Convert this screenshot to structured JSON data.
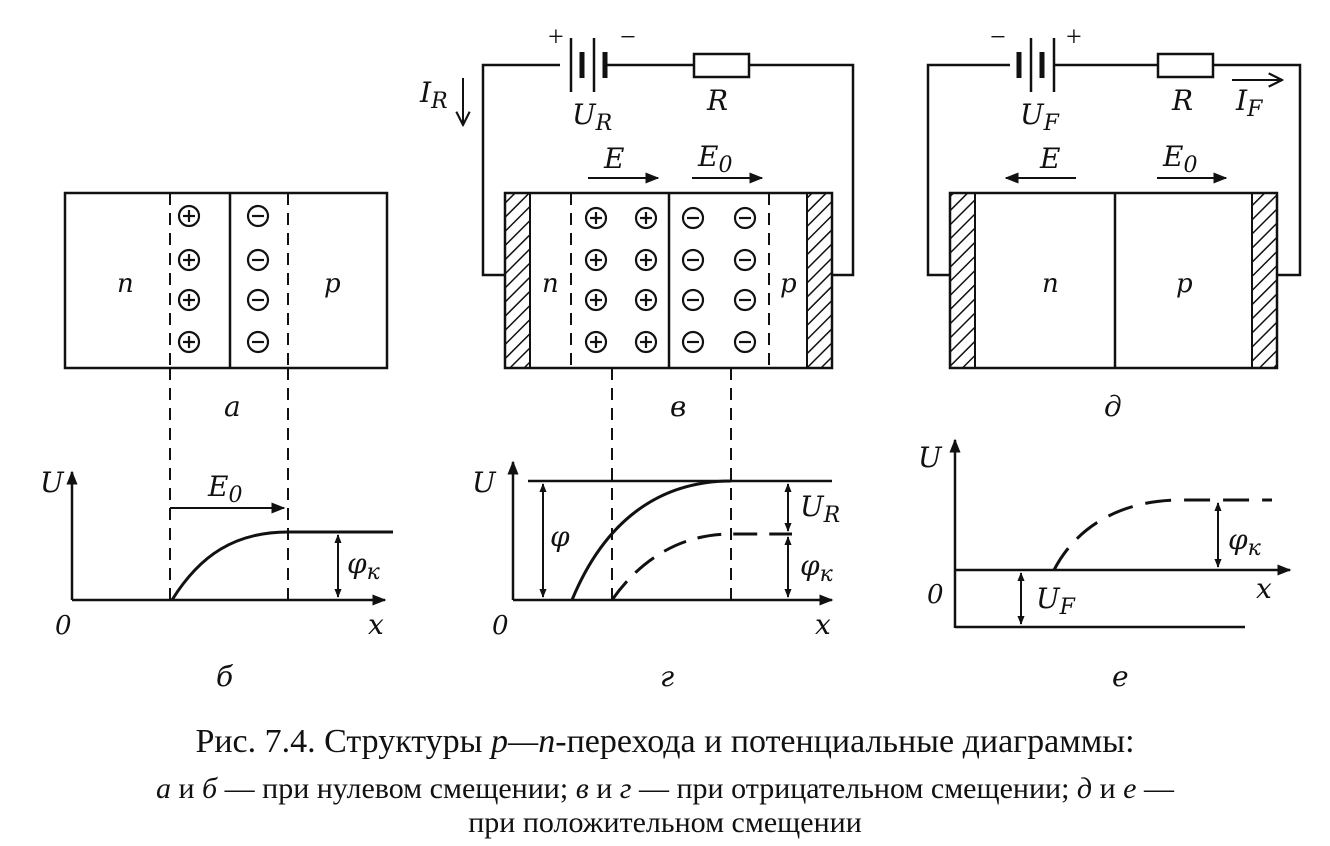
{
  "panels": {
    "a": {
      "tag": "а",
      "n_label": "n",
      "p_label": "p",
      "plus_sign": "+",
      "minus_sign": "−"
    },
    "b": {
      "tag": "б",
      "y_axis": "U",
      "x_axis": "x",
      "origin": "0",
      "field_label": "E",
      "field_sub": "0",
      "phi_label": "φ",
      "phi_sub": "к"
    },
    "v": {
      "tag": "в",
      "n_label": "n",
      "p_label": "p",
      "battery_plus": "+",
      "battery_minus": "−",
      "battery_label": "U",
      "battery_sub": "R",
      "resistor_label": "R",
      "current_label": "I",
      "current_sub": "R",
      "field_E": "E",
      "field_E0": "E",
      "field_E0_sub": "0"
    },
    "g": {
      "tag": "г",
      "y_axis": "U",
      "x_axis": "x",
      "origin": "0",
      "phi_label": "φ",
      "ur_label": "U",
      "ur_sub": "R",
      "phik_label": "φ",
      "phik_sub": "к"
    },
    "d": {
      "tag": "д",
      "n_label": "n",
      "p_label": "p",
      "battery_minus": "−",
      "battery_plus": "+",
      "battery_label": "U",
      "battery_sub": "F",
      "resistor_label": "R",
      "current_label": "I",
      "current_sub": "F",
      "field_E": "E",
      "field_E0": "E",
      "field_E0_sub": "0"
    },
    "e": {
      "tag": "е",
      "y_axis": "U",
      "x_axis": "x",
      "origin": "0",
      "phik_label": "φ",
      "phik_sub": "к",
      "uf_label": "U",
      "uf_sub": "F"
    }
  },
  "caption": {
    "line1_prefix": "Рис. 7.4. Структуры ",
    "line1_italic": "p—n",
    "line1_suffix": "-перехода и потенциальные диаграммы:",
    "line2_a": "а",
    "line2_t1": " и ",
    "line2_b": "б",
    "line2_t2": " — при нулевом смещении; ",
    "line2_v": "в",
    "line2_t3": " и ",
    "line2_g": "г",
    "line2_t4": " — при отрицательном смещении;  ",
    "line2_d": "д",
    "line2_t5": " и ",
    "line2_e": "е",
    "line2_t6": " —",
    "line3": "при положительном смещении"
  }
}
